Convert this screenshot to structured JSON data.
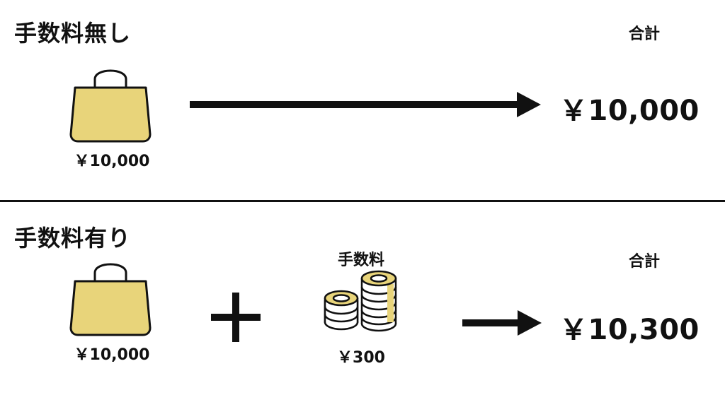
{
  "no_fee": {
    "title": "手数料無し",
    "item_price": "￥10,000",
    "total_label": "合計",
    "total_amount": "￥10,000"
  },
  "with_fee": {
    "title": "手数料有り",
    "item_price": "￥10,000",
    "fee_label": "手数料",
    "fee_amount": "￥300",
    "total_label": "合計",
    "total_amount": "￥10,300"
  },
  "icons": {
    "bag": "shopping-bag-icon",
    "coins": "coin-stack-icon",
    "plus": "plus-icon",
    "arrow": "arrow-right-icon"
  },
  "colors": {
    "bag_fill": "#E8D47A",
    "coin_fill": "#E8D47A",
    "stroke": "#111111",
    "background": "#FFFFFF"
  }
}
